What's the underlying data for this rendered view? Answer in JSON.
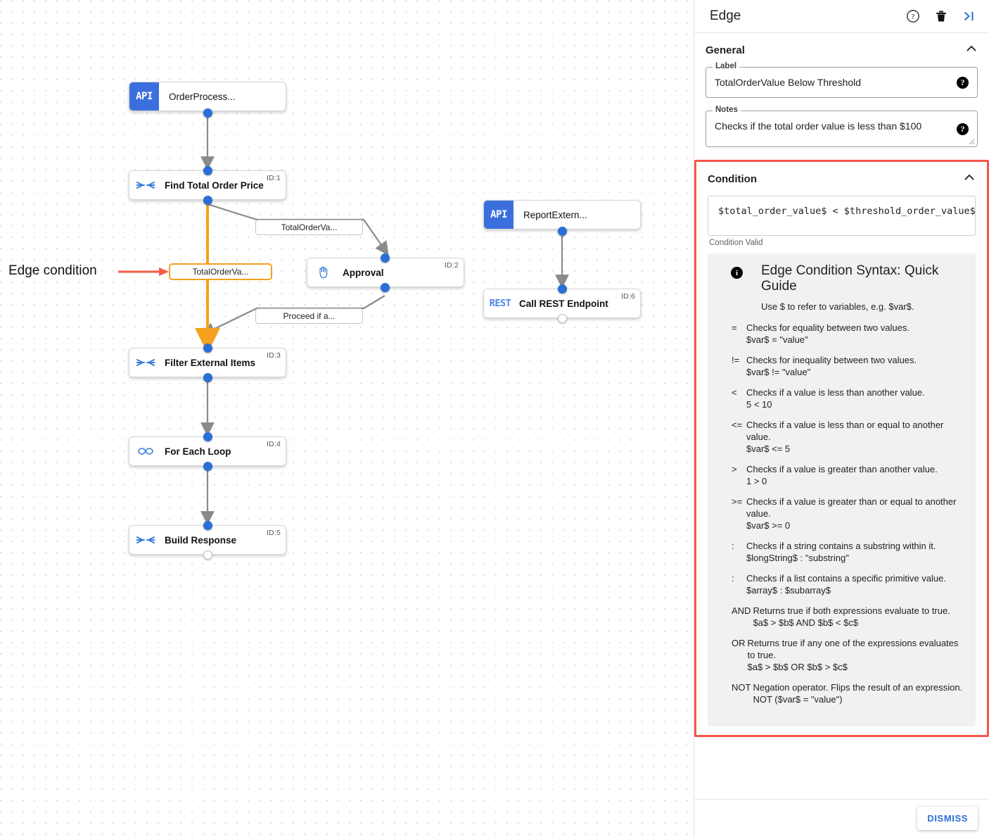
{
  "panel": {
    "title": "Edge",
    "icons": [
      {
        "name": "help-icon",
        "glyph": "?"
      },
      {
        "name": "delete-icon",
        "glyph": "trash"
      },
      {
        "name": "collapse-panel-icon",
        "glyph": ">|"
      }
    ],
    "general": {
      "heading": "General",
      "collapse_glyph": "chevron-up",
      "label_field": {
        "label": "Label",
        "value": "TotalOrderValue Below Threshold",
        "help_glyph": "?"
      },
      "notes_field": {
        "label": "Notes",
        "value": "Checks if the total order value is less than $100",
        "help_glyph": "?"
      }
    },
    "condition": {
      "heading": "Condition",
      "collapse_glyph": "chevron-up",
      "expression": "$total_order_value$ < $threshold_order_value$",
      "status": "Condition Valid",
      "highlight_color": "#f9544b",
      "guide": {
        "title": "Edge Condition Syntax: Quick Guide",
        "subtitle": "Use $ to refer to variables, e.g. $var$.",
        "operators": [
          {
            "symbol": "=",
            "description": "Checks for equality between two values.",
            "example": "$var$ = \"value\""
          },
          {
            "symbol": "!=",
            "description": "Checks for inequality between two values.",
            "example": "$var$ != \"value\""
          },
          {
            "symbol": "<",
            "description": "Checks if a value is less than another value.",
            "example": "5 < 10"
          },
          {
            "symbol": "<=",
            "description": "Checks if a value is less than or equal to another value.",
            "example": "$var$ <= 5"
          },
          {
            "symbol": ">",
            "description": "Checks if a value is greater than another value.",
            "example": "1 > 0"
          },
          {
            "symbol": ">=",
            "description": "Checks if a value is greater than or equal to another value.",
            "example": "$var$ >= 0"
          },
          {
            "symbol": ":",
            "description": "Checks if a string contains a substring within it.",
            "example": "$longString$ : \"substring\""
          },
          {
            "symbol": ":",
            "description": "Checks if a list contains a specific primitive value.",
            "example": "$array$ : $subarray$"
          },
          {
            "symbol": "AND",
            "description": "Returns true if both expressions evaluate to true.",
            "example": "$a$ > $b$ AND $b$ < $c$"
          },
          {
            "symbol": "OR",
            "description": "Returns true if any one of the expressions evaluates to true.",
            "example": "$a$ > $b$ OR $b$ > $c$"
          },
          {
            "symbol": "NOT",
            "description": "Negation operator. Flips the result of an expression.",
            "example": "NOT ($var$ = \"value\")"
          }
        ]
      }
    },
    "footer": {
      "dismiss_label": "DISMISS"
    }
  },
  "canvas": {
    "annotation": {
      "text": "Edge condition",
      "arrow_color": "#f25c45"
    },
    "accent_orange": "#f5a01e",
    "accent_blue": "#2b6fd6",
    "nodes": [
      {
        "name": "node-order-process",
        "badge": "API",
        "title": "OrderProcess...",
        "id": "",
        "bold": false
      },
      {
        "name": "node-find-total-order-price",
        "icon": "merge-arrows-icon",
        "title": "Find Total Order Price",
        "id": "ID:1",
        "bold": true
      },
      {
        "name": "node-approval",
        "icon": "hand-icon",
        "title": "Approval",
        "id": "ID:2",
        "bold": true
      },
      {
        "name": "node-filter-external-items",
        "icon": "merge-arrows-icon",
        "title": "Filter External Items",
        "id": "ID:3",
        "bold": true
      },
      {
        "name": "node-for-each-loop",
        "icon": "infinity-icon",
        "title": "For Each Loop",
        "id": "ID:4",
        "bold": true
      },
      {
        "name": "node-build-response",
        "icon": "merge-arrows-icon",
        "title": "Build Response",
        "id": "ID:5",
        "bold": true
      },
      {
        "name": "node-report-external",
        "badge": "API",
        "title": "ReportExtern...",
        "id": "",
        "bold": false
      },
      {
        "name": "node-call-rest-endpoint",
        "rest": "REST",
        "title": "Call REST Endpoint",
        "id": "ID:6",
        "bold": true
      }
    ],
    "edge_labels": [
      {
        "name": "edge-label-total-order-value-upper",
        "text": "TotalOrderVa...",
        "selected": false
      },
      {
        "name": "edge-label-total-order-value-selected",
        "text": "TotalOrderVa...",
        "selected": true
      },
      {
        "name": "edge-label-proceed-if",
        "text": "Proceed if a...",
        "selected": false
      }
    ]
  }
}
